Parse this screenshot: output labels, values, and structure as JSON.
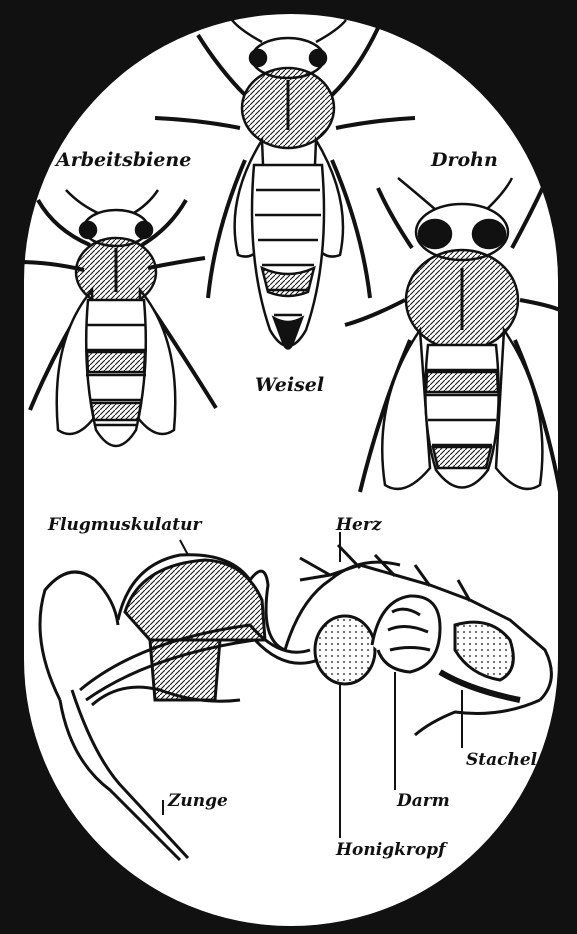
{
  "labels": {
    "arbeitsbiene": "Arbeitsbiene",
    "weisel": "Weisel",
    "drohn": "Drohn",
    "flugmuskulatur": "Flugmuskulatur",
    "herz": "Herz",
    "stachel": "Stachel",
    "darm": "Darm",
    "zunge": "Zunge",
    "honigkropf": "Honigkropf"
  },
  "colors": {
    "background": "#111111",
    "panel": "#ffffff",
    "ink": "#111111"
  }
}
